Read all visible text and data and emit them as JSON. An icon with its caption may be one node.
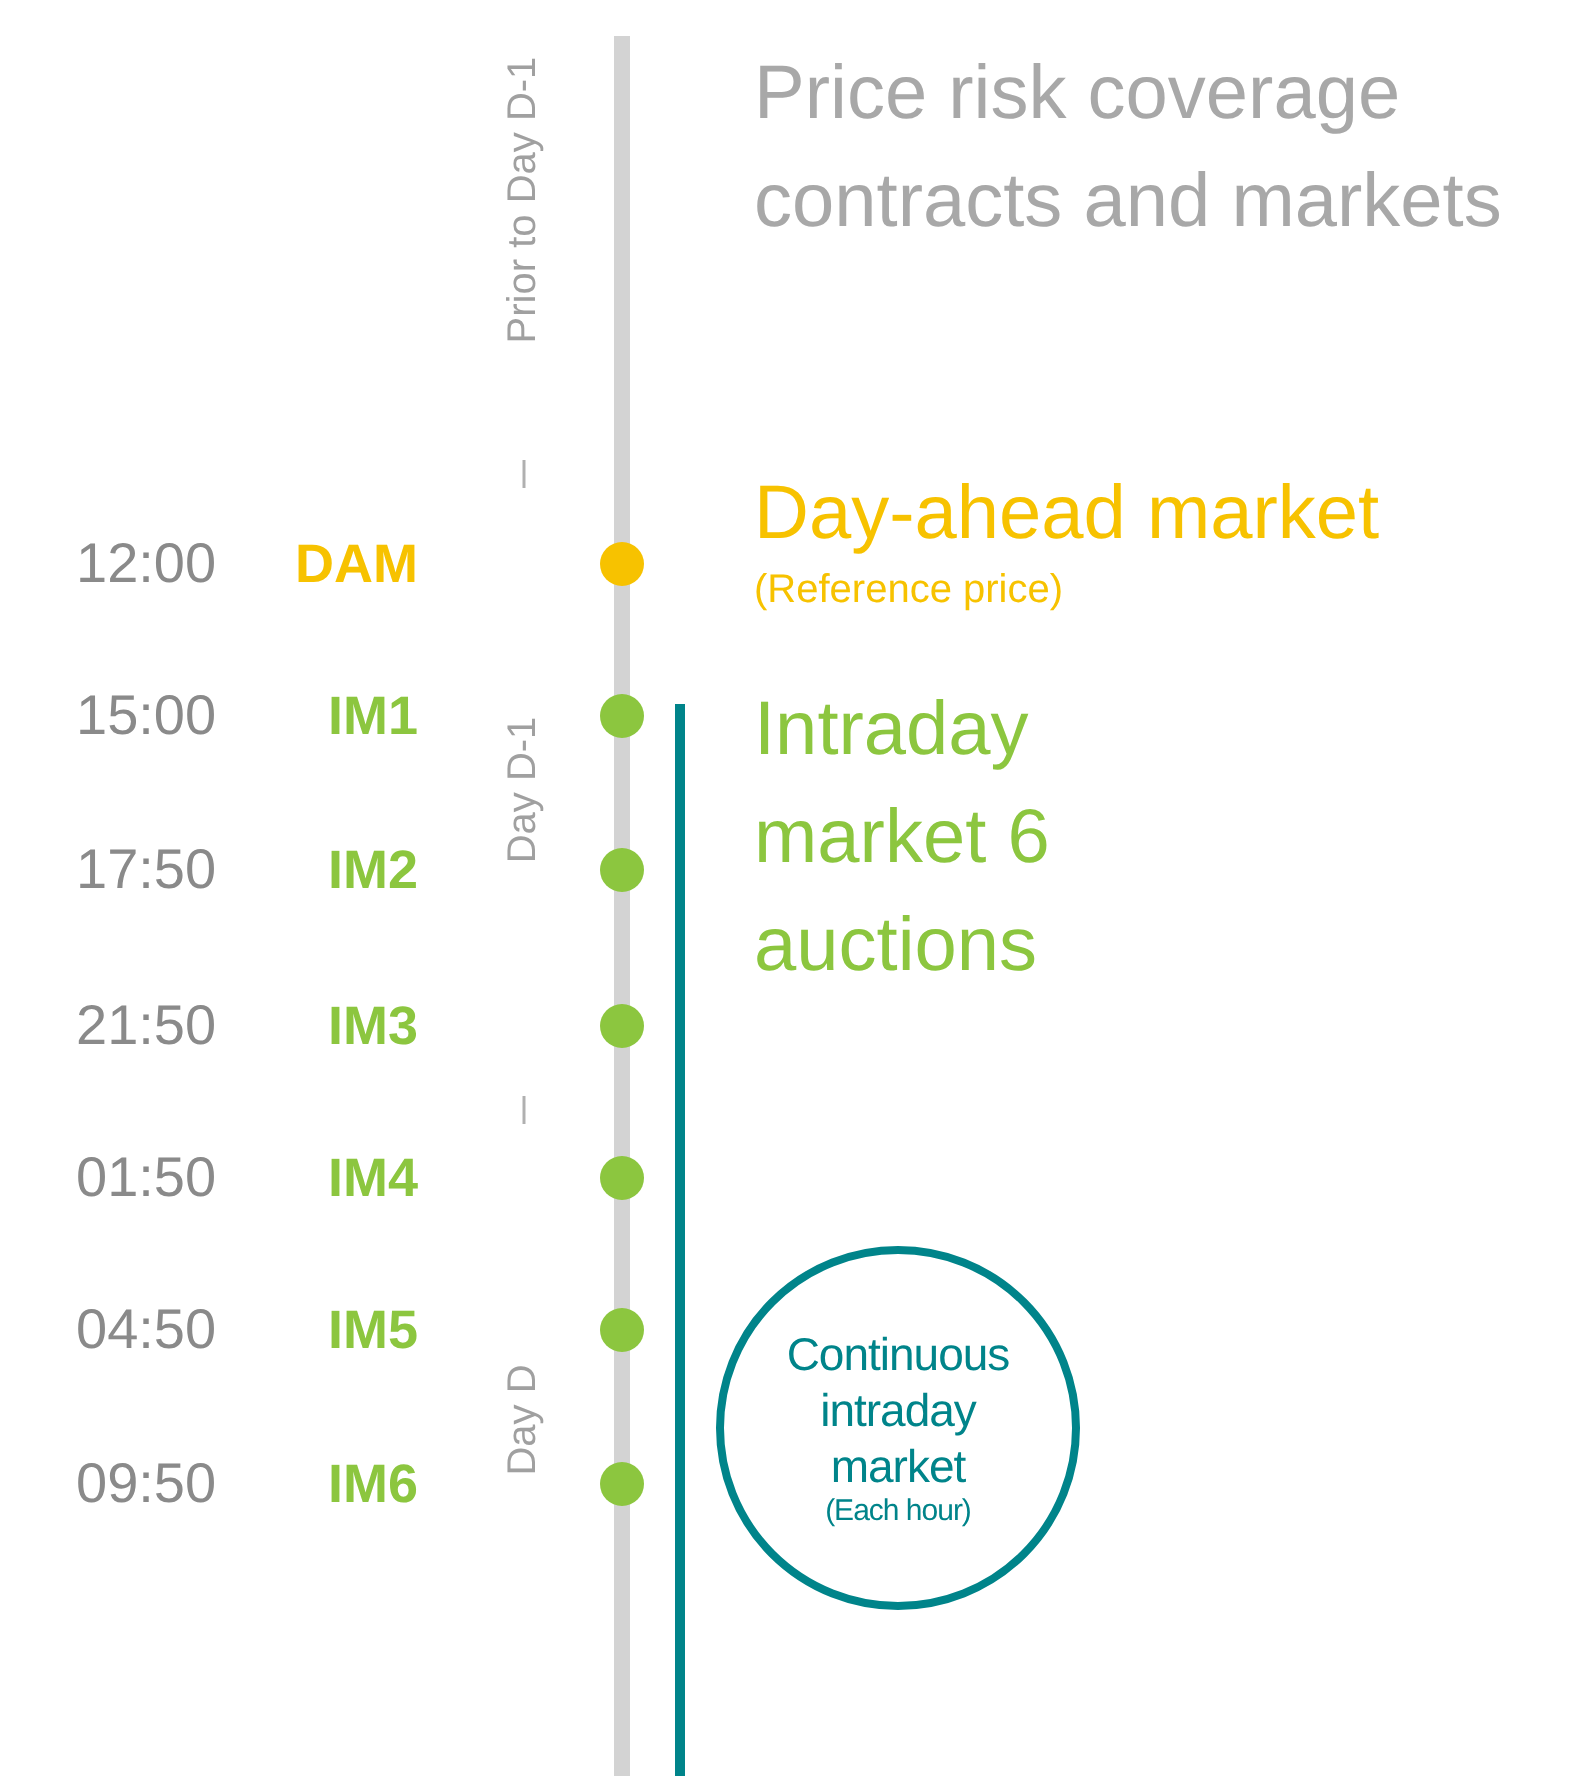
{
  "diagram": {
    "nodes": [
      {
        "text": [
          "Continuous intraday market",
          "(Each hour)"
        ]
      }
    ],
    "labels": [
      "Prior to Day D-1",
      "Price risk coverage contracts and markets",
      "12:00",
      "DAM",
      "Day-ahead market",
      "(Reference price)",
      "15:00",
      "IM1",
      "Intraday market 6 auctions",
      "Day D-1",
      "17:50",
      "IM2",
      "21:50",
      "IM3",
      "01:50",
      "IM4",
      "04:50",
      "IM5",
      "Day D",
      "09:50",
      "IM6"
    ]
  }
}
